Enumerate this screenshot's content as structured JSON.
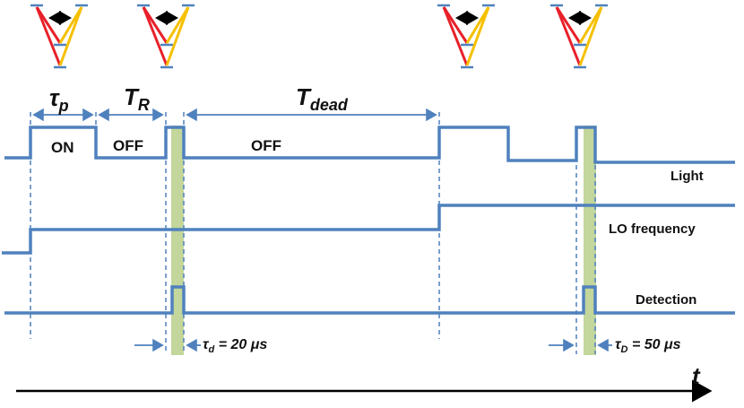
{
  "labels": {
    "tau_p": "τ",
    "tau_p_sub": "p",
    "t_r": "T",
    "t_r_sub": "R",
    "t_dead": "T",
    "t_dead_sub": "dead",
    "on": "ON",
    "off1": "OFF",
    "off2": "OFF",
    "light": "Light",
    "lo": "LO frequency",
    "detection": "Detection",
    "tau_d_sym": "τ",
    "tau_d_sub": "d",
    "tau_d_val": " = 20 μs",
    "tau_D_sym": "τ",
    "tau_D_sub": "D",
    "tau_D_val": " = 50 μs",
    "time_axis": "t"
  },
  "colors": {
    "signal": "#4f81bd",
    "highlight": "#c3d69b",
    "red": "#e8202a",
    "yellow": "#f5c000",
    "level": "#4f81bd",
    "arrow": "#000000"
  },
  "icons": [
    "energy-level-diagram-icon",
    "energy-level-diagram-icon",
    "energy-level-diagram-icon",
    "energy-level-diagram-icon"
  ]
}
